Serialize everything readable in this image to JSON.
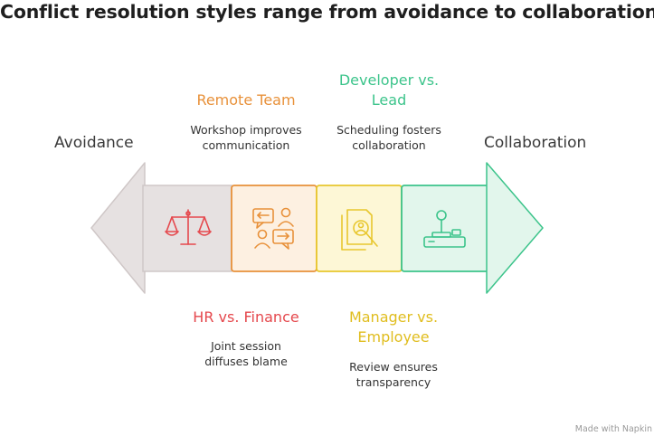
{
  "title": "Conflict resolution styles range from avoidance to collaboration.",
  "ends": {
    "left": "Avoidance",
    "right": "Collaboration"
  },
  "cases": [
    {
      "title": "HR vs. Finance",
      "description": "Joint session diffuses blame",
      "icon": "scales-icon",
      "color": "#e5484d",
      "fill": "#fdecec"
    },
    {
      "title": "Remote Team",
      "description": "Workshop improves communication",
      "icon": "chat-bubbles-icon",
      "color": "#e8913a",
      "fill": "#fdf0e1"
    },
    {
      "title": "Manager vs. Employee",
      "description": "Review ensures transparency",
      "icon": "document-search-icon",
      "color": "#e8c72e",
      "fill": "#fdf7d6"
    },
    {
      "title": "Developer vs. Lead",
      "description": "Scheduling fosters collaboration",
      "icon": "joystick-icon",
      "color": "#3cc48b",
      "fill": "#e2f6ec"
    }
  ],
  "colors": {
    "left_arrow": "#e6e1e1",
    "right_arrow": "#e2f6ec"
  },
  "badge": "Made with Napkin"
}
